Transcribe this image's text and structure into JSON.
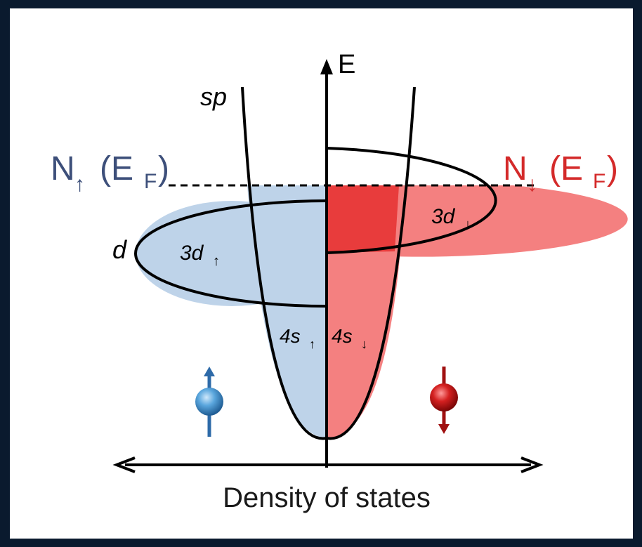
{
  "labels": {
    "energy_axis": "E",
    "x_axis": "Density of states",
    "sp_band": "sp",
    "d_band": "d",
    "n_up_main": "N",
    "n_up_arrow": "↑",
    "n_up_paren": "(E",
    "n_up_sub": "F",
    "n_up_close": ")",
    "n_down_main": "N",
    "n_down_arrow": "↓",
    "n_down_paren": "(E",
    "n_down_sub": "F",
    "n_down_close": ")",
    "d_up_main": "3d",
    "d_up_arrow": "↑",
    "d_down_main": "3d",
    "d_down_arrow": "↓",
    "s_up_main": "4s",
    "s_up_arrow": "↑",
    "s_down_main": "4s",
    "s_down_arrow": "↓"
  },
  "colors": {
    "background_frame": "#0a1a2e",
    "panel": "#ffffff",
    "spin_up_fill": "#bed3e9",
    "spin_down_fill_light": "#f48080",
    "spin_down_fill_dark": "#e83c3c",
    "spin_up_text": "#3d4f7a",
    "spin_down_text": "#d42a2a",
    "stroke": "#000000"
  },
  "icons": {
    "spin_up": "spin-up-electron-icon",
    "spin_down": "spin-down-electron-icon"
  }
}
